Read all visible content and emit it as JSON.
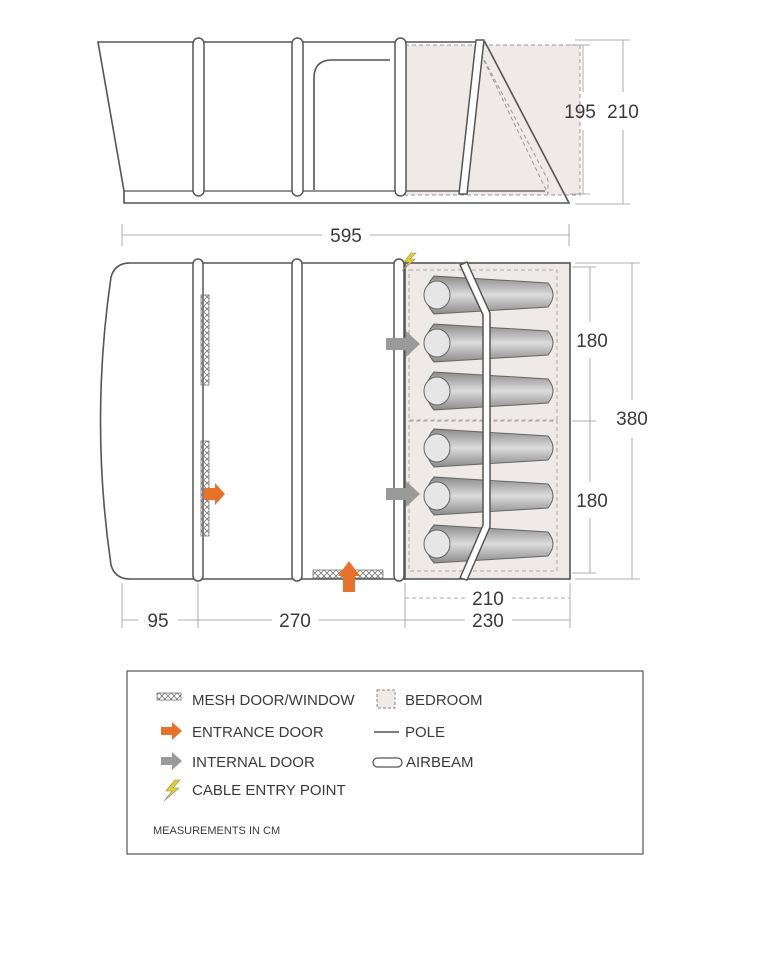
{
  "side_view": {
    "length": "595",
    "inner_height": "195",
    "outer_height": "210"
  },
  "floor_plan": {
    "depth": "380",
    "bedroom_1_depth": "180",
    "bedroom_2_depth": "180",
    "porch_length": "95",
    "living_length": "270",
    "bedroom_length_inner": "210",
    "bedroom_length_outer": "230",
    "berths": 6
  },
  "legend": {
    "mesh": "MESH DOOR/WINDOW",
    "entrance": "ENTRANCE DOOR",
    "internal": "INTERNAL DOOR",
    "cable": "CABLE ENTRY POINT",
    "bedroom": "BEDROOM",
    "pole": "POLE",
    "airbeam": "AIRBEAM",
    "note": "MEASUREMENTS IN CM"
  },
  "colors": {
    "outline": "#555555",
    "bedroom_fill": "#efe9e7",
    "entrance_arrow": "#e8722a",
    "internal_arrow": "#9a9a9a",
    "cable_icon": "#e8d21a"
  }
}
